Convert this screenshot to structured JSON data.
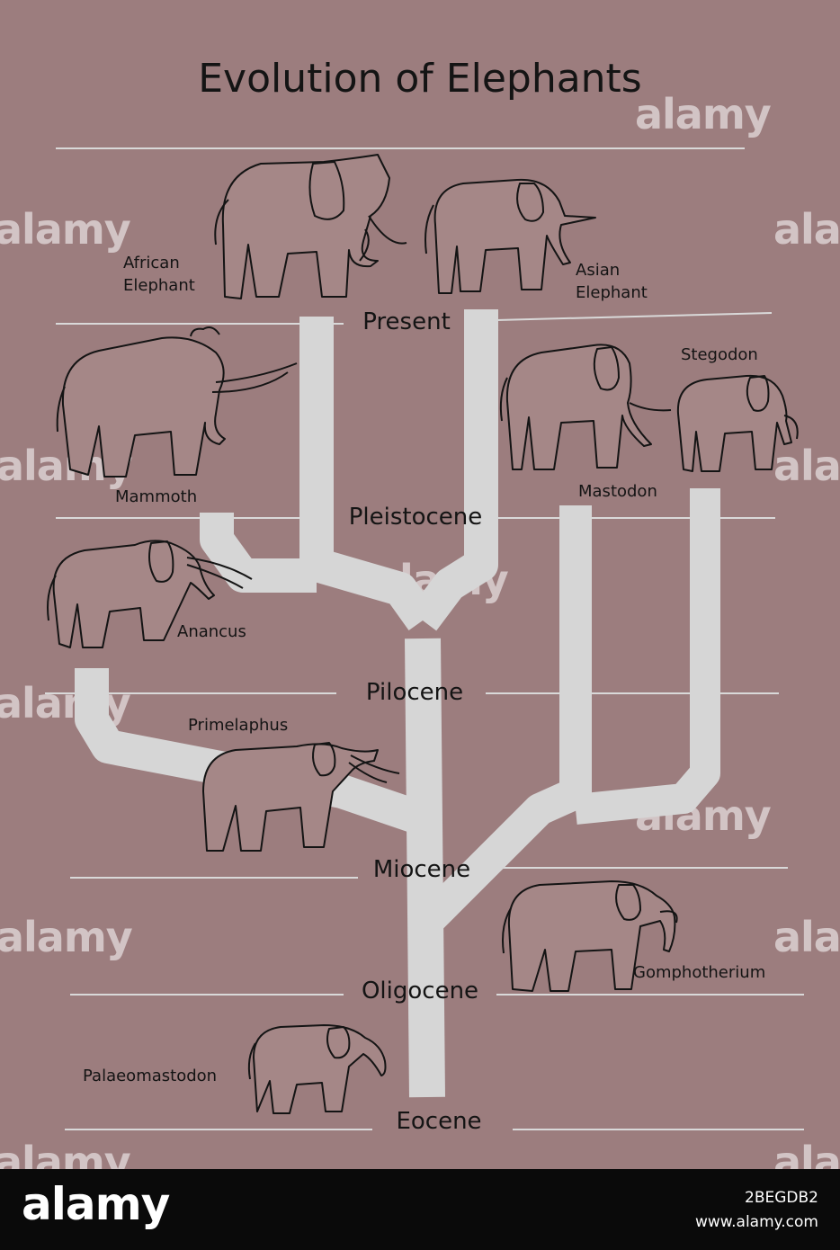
{
  "title": "Evolution of Elephants",
  "eras": {
    "present": "Present",
    "pleistocene": "Pleistocene",
    "pilocene": "Pilocene",
    "miocene": "Miocene",
    "oligocene": "Oligocene",
    "eocene": "Eocene"
  },
  "species": {
    "african": [
      "African",
      "Elephant"
    ],
    "asian": [
      "Asian",
      "Elephant"
    ],
    "mammoth": "Mammoth",
    "stegodon": "Stegodon",
    "mastodon": "Mastodon",
    "anancus": "Anancus",
    "primelaphus": "Primelaphus",
    "gomphotherium": "Gomphotherium",
    "palaeomastodon": "Palaeomastodon"
  },
  "colors": {
    "background": "#9c7d7e",
    "tree": "#d6d6d6",
    "lines": "#d9d9d9",
    "ink": "#141414"
  },
  "watermark": "alamy",
  "footer": {
    "brand": "alamy",
    "image_id": "2BEGDB2",
    "url": "www.alamy.com"
  }
}
